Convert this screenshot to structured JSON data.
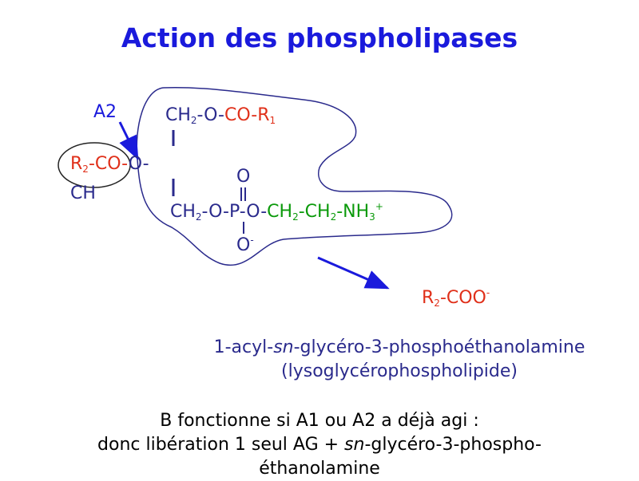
{
  "title": "Action des phospholipases",
  "structure": {
    "enzyme_label": "A2",
    "row1": {
      "ch2": "CH",
      "sub": "2",
      "o": "-O-",
      "co_r": "CO-R",
      "r_sub": "1"
    },
    "row2": {
      "r": "R",
      "r_sub": "2",
      "co": "-CO-",
      "o": "O-",
      "ch": "CH"
    },
    "phosphate_o_top": "O",
    "row3": {
      "ch2": "CH",
      "sub": "2",
      "opo": "-O-P-O-",
      "ch2b": "CH",
      "subb": "2",
      "dash": "-",
      "ch2c": "CH",
      "subc": "2",
      "nh": "-NH",
      "nh_sub": "3",
      "charge": "+"
    },
    "phosphate_o_bottom": "O",
    "phosphate_o_bottom_charge": "-"
  },
  "product": {
    "r": "R",
    "r_sub": "2",
    "coo": "-COO",
    "charge": "-"
  },
  "caption": {
    "prefix": "1-acyl-",
    "italic": "sn",
    "suffix": "-glycéro-3-phosphoéthanolamine",
    "line2": "(lysoglycérophospholipide)"
  },
  "note": {
    "line1": "B fonctionne si A1 ou A2 a déjà agi :",
    "line2_prefix": "donc libération 1 seul AG + ",
    "line2_italic": "sn",
    "line2_suffix": "-glycéro-3-phospho-",
    "line3": "éthanolamine"
  },
  "colors": {
    "title": "#1a1adc",
    "text": "#2a2a8c",
    "acyl": "#e0301a",
    "ethanolamine": "#0b9a0b",
    "arrow": "#1a1adc"
  }
}
